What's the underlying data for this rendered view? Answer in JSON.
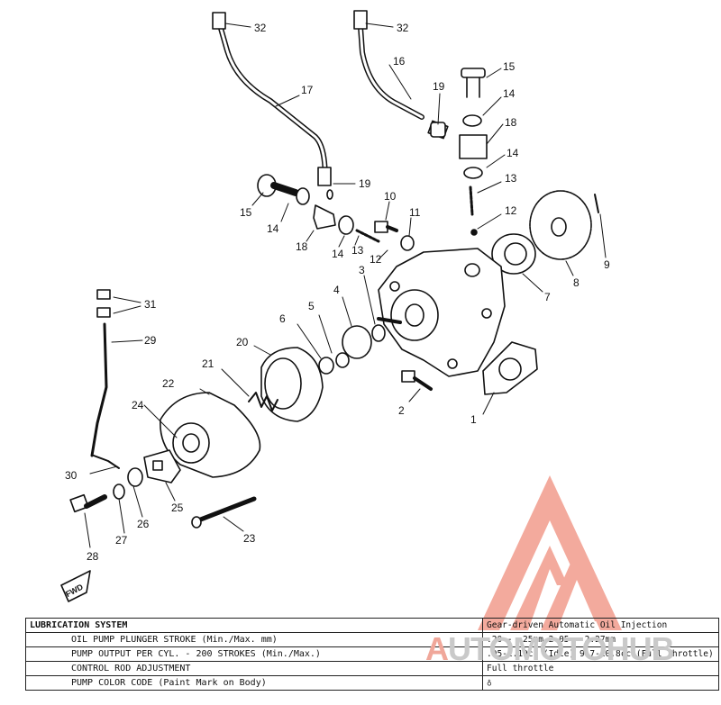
{
  "callouts": [
    {
      "id": "c32a",
      "label": "32"
    },
    {
      "id": "c32b",
      "label": "32"
    },
    {
      "id": "c17",
      "label": "17"
    },
    {
      "id": "c16",
      "label": "16"
    },
    {
      "id": "c15a",
      "label": "15"
    },
    {
      "id": "c14a",
      "label": "14"
    },
    {
      "id": "c19a",
      "label": "19"
    },
    {
      "id": "c18a",
      "label": "18"
    },
    {
      "id": "c14b",
      "label": "14"
    },
    {
      "id": "c13a",
      "label": "13"
    },
    {
      "id": "c19b",
      "label": "19"
    },
    {
      "id": "c15b",
      "label": "15"
    },
    {
      "id": "c14c",
      "label": "14"
    },
    {
      "id": "c18b",
      "label": "18"
    },
    {
      "id": "c14d",
      "label": "14"
    },
    {
      "id": "c13b",
      "label": "13"
    },
    {
      "id": "c10",
      "label": "10"
    },
    {
      "id": "c11",
      "label": "11"
    },
    {
      "id": "c12a",
      "label": "12"
    },
    {
      "id": "c12b",
      "label": "12"
    },
    {
      "id": "c9",
      "label": "9"
    },
    {
      "id": "c8",
      "label": "8"
    },
    {
      "id": "c7",
      "label": "7"
    },
    {
      "id": "c3",
      "label": "3"
    },
    {
      "id": "c4",
      "label": "4"
    },
    {
      "id": "c5",
      "label": "5"
    },
    {
      "id": "c6",
      "label": "6"
    },
    {
      "id": "c31",
      "label": "31"
    },
    {
      "id": "c29",
      "label": "29"
    },
    {
      "id": "c20",
      "label": "20"
    },
    {
      "id": "c21",
      "label": "21"
    },
    {
      "id": "c22",
      "label": "22"
    },
    {
      "id": "c2",
      "label": "2"
    },
    {
      "id": "c1",
      "label": "1"
    },
    {
      "id": "c24",
      "label": "24"
    },
    {
      "id": "c30",
      "label": "30"
    },
    {
      "id": "c25",
      "label": "25"
    },
    {
      "id": "c26",
      "label": "26"
    },
    {
      "id": "c27",
      "label": "27"
    },
    {
      "id": "c23",
      "label": "23"
    },
    {
      "id": "c28",
      "label": "28"
    }
  ],
  "fwd_label": "FWD",
  "spec_table": {
    "title": "LUBRICATION SYSTEM",
    "title_value": "Gear-driven Automatic Oil Injection",
    "rows": [
      {
        "label": "OIL PUMP PLUNGER STROKE (Min./Max. mm)",
        "value": ".20 - .25mm          2.05 - 2.27mm"
      },
      {
        "label": "PUMP OUTPUT PER CYL. - 200 STROKES (Min./Max.)",
        "value": ".95-1.19cc (Idle) 9.7-10.8cc (Full Throttle)"
      },
      {
        "label": "CONTROL ROD ADJUSTMENT",
        "value": "Full throttle"
      },
      {
        "label": "PUMP COLOR CODE (Paint Mark on Body)",
        "value": "♁"
      }
    ]
  },
  "watermark": {
    "part_a": "A",
    "part_b": "UTOMOTO",
    "part_c": "HUB",
    "color_a": "#f0a79a",
    "color_b": "#c9c9c9"
  }
}
